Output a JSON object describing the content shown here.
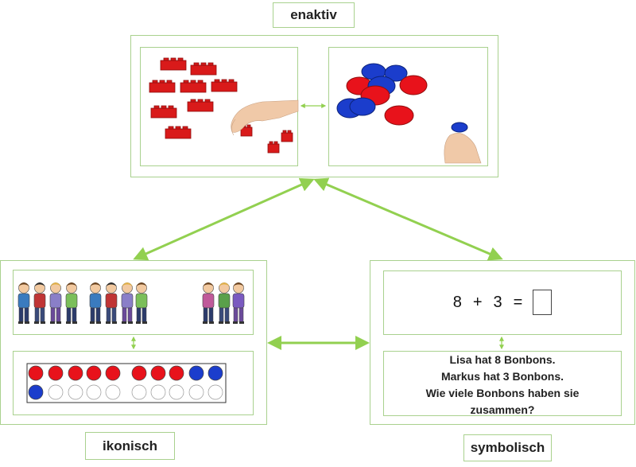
{
  "labels": {
    "enaktiv": "enaktiv",
    "ikonisch": "ikonisch",
    "symbolisch": "symbolisch"
  },
  "symbolic": {
    "equation": {
      "left": "8",
      "operator": "+",
      "right": "3",
      "equals": "="
    },
    "story_lines": [
      "Lisa hat 8 Bonbons.",
      "Markus hat 3 Bonbons.",
      "Wie viele Bonbons haben sie",
      "zusammen?"
    ]
  },
  "iconic": {
    "ten_frame": {
      "row1": [
        "red",
        "red",
        "red",
        "red",
        "red",
        "red",
        "red",
        "red",
        "blue",
        "blue"
      ],
      "row2": [
        "blue",
        "empty",
        "empty",
        "empty",
        "empty",
        "empty",
        "empty",
        "empty",
        "empty",
        "empty"
      ]
    },
    "children_groups": [
      4,
      4,
      3
    ]
  },
  "colors": {
    "frame_border": "#a9d18e",
    "arrow": "#92d050",
    "counter_red": "#e8121b",
    "counter_blue": "#1b3dcc",
    "brick_red": "#d91a1a"
  }
}
